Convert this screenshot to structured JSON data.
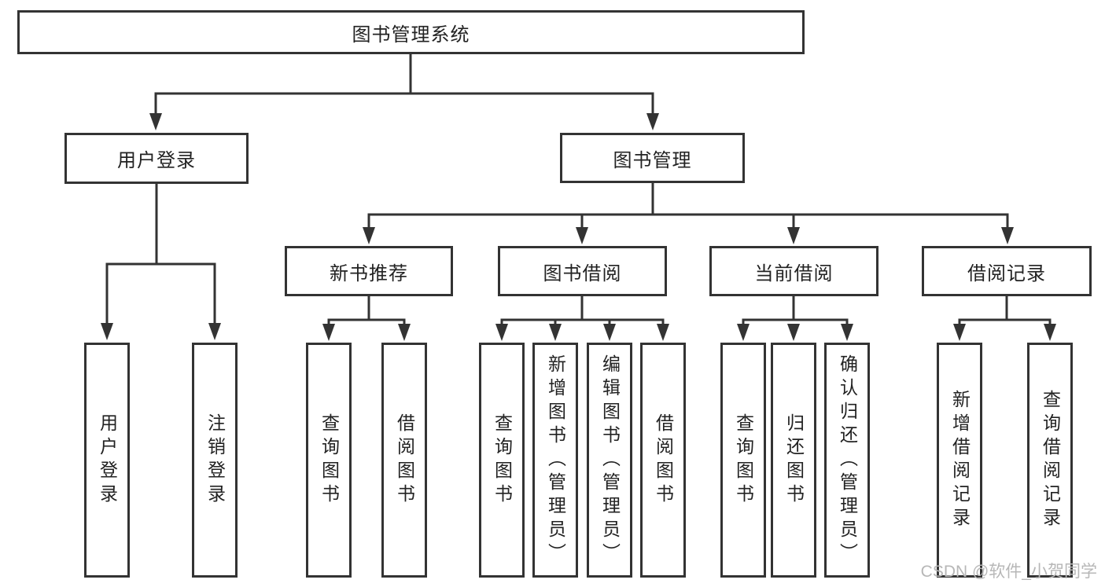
{
  "diagram": {
    "title": "图书管理系统",
    "level2": [
      "用户登录",
      "图书管理"
    ],
    "level3": [
      "新书推荐",
      "图书借阅",
      "当前借阅",
      "借阅记录"
    ],
    "leaves": [
      "用户登录",
      "注销登录",
      "查询图书",
      "借阅图书",
      "查询图书",
      "新增图书（管理员）",
      "编辑图书（管理员）",
      "借阅图书",
      "查询图书",
      "归还图书",
      "确认归还（管理员）",
      "新增借阅记录",
      "查询借阅记录"
    ],
    "watermark": "CSDN @软件_小贺同学",
    "colors": {
      "line": "#333333",
      "text": "#222222",
      "watermark": "#b7b7b7",
      "background": "#ffffff"
    }
  }
}
